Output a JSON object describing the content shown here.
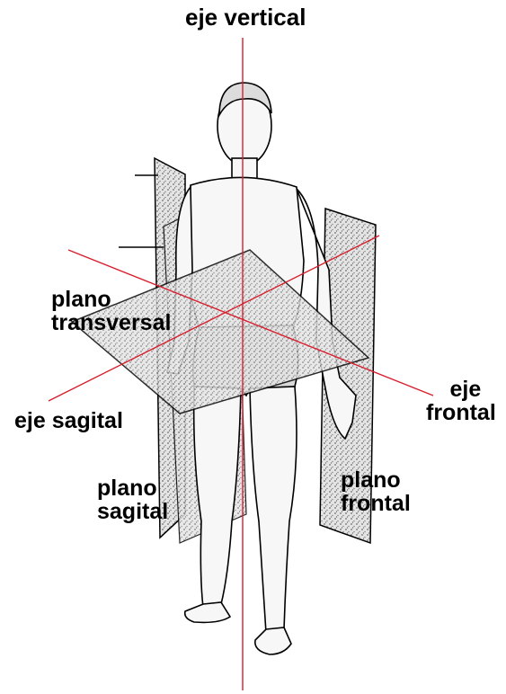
{
  "labels": {
    "eje_vertical": "eje vertical",
    "plano_transversal": {
      "line1": "plano",
      "line2": "transversal"
    },
    "eje_sagital": "eje sagital",
    "eje_frontal": {
      "line1": "eje",
      "line2": "frontal"
    },
    "plano_sagital": {
      "line1": "plano",
      "line2": "sagital"
    },
    "plano_frontal": {
      "line1": "plano",
      "line2": "frontal"
    }
  },
  "colors": {
    "axis_line": "#d81e2e",
    "plane_fill": "#cfcfcf",
    "outline": "#000000",
    "background": "#ffffff"
  }
}
